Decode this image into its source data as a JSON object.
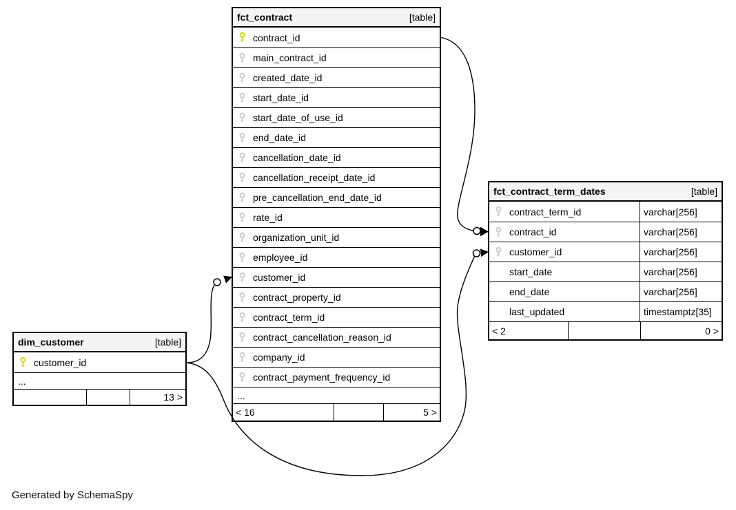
{
  "diagram": {
    "credit": "Generated by SchemaSpy"
  },
  "colors": {
    "primary_key_icon": "#d6d600",
    "foreign_key_icon": "#c9c9c9",
    "table_header_bg": "#f4f4f4",
    "border": "#000000"
  },
  "tables": [
    {
      "name": "fct_contract",
      "badge": "[table]",
      "columns": [
        {
          "name": "contract_id",
          "key": "primary"
        },
        {
          "name": "main_contract_id",
          "key": "indexed"
        },
        {
          "name": "created_date_id",
          "key": "indexed"
        },
        {
          "name": "start_date_id",
          "key": "indexed"
        },
        {
          "name": "start_date_of_use_id",
          "key": "indexed"
        },
        {
          "name": "end_date_id",
          "key": "indexed"
        },
        {
          "name": "cancellation_date_id",
          "key": "indexed"
        },
        {
          "name": "cancellation_receipt_date_id",
          "key": "indexed"
        },
        {
          "name": "pre_cancellation_end_date_id",
          "key": "indexed"
        },
        {
          "name": "rate_id",
          "key": "indexed"
        },
        {
          "name": "organization_unit_id",
          "key": "indexed"
        },
        {
          "name": "employee_id",
          "key": "indexed"
        },
        {
          "name": "customer_id",
          "key": "indexed"
        },
        {
          "name": "contract_property_id",
          "key": "indexed"
        },
        {
          "name": "contract_term_id",
          "key": "indexed"
        },
        {
          "name": "contract_cancellation_reason_id",
          "key": "indexed"
        },
        {
          "name": "company_id",
          "key": "indexed"
        },
        {
          "name": "contract_payment_frequency_id",
          "key": "indexed"
        }
      ],
      "ellipsis": "...",
      "footer": {
        "left": "< 16",
        "middle": "",
        "right": "5 >"
      }
    },
    {
      "name": "fct_contract_term_dates",
      "badge": "[table]",
      "columns": [
        {
          "name": "contract_term_id",
          "type": "varchar[256]",
          "key": "indexed"
        },
        {
          "name": "contract_id",
          "type": "varchar[256]",
          "key": "indexed"
        },
        {
          "name": "customer_id",
          "type": "varchar[256]",
          "key": "indexed"
        },
        {
          "name": "start_date",
          "type": "varchar[256]",
          "key": "none"
        },
        {
          "name": "end_date",
          "type": "varchar[256]",
          "key": "none"
        },
        {
          "name": "last_updated",
          "type": "timestamptz[35]",
          "key": "none"
        }
      ],
      "footer": {
        "left": "< 2",
        "middle": "",
        "right": "0 >"
      }
    },
    {
      "name": "dim_customer",
      "badge": "[table]",
      "columns": [
        {
          "name": "customer_id",
          "key": "primary"
        }
      ],
      "ellipsis": "...",
      "footer": {
        "left": "",
        "middle": "",
        "right": "13 >"
      }
    }
  ],
  "relationships": [
    {
      "from": "fct_contract.contract_id",
      "to": "fct_contract_term_dates.contract_id",
      "marker": "zero-or-one circle with arrow"
    },
    {
      "from": "dim_customer.customer_id",
      "to": "fct_contract.customer_id",
      "marker": "zero-or-one circle with arrow"
    },
    {
      "from": "dim_customer.customer_id",
      "to": "fct_contract_term_dates.customer_id",
      "marker": "zero-or-one circle with arrow"
    }
  ]
}
